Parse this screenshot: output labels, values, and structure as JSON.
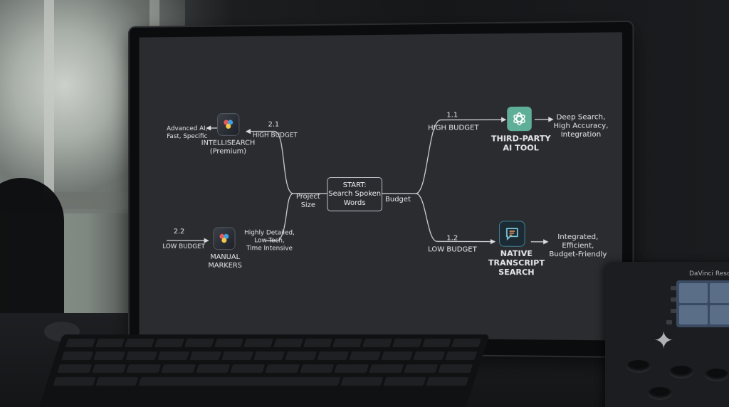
{
  "diagram": {
    "start": {
      "line1": "START:",
      "line2": "Search Spoken",
      "line3": "Words"
    },
    "decision_project_size": {
      "line1": "Project",
      "line2": "Size"
    },
    "decision_budget": "Budget",
    "branch_1_1": {
      "number": "1.1",
      "label": "HIGH BUDGET",
      "tool_line1": "THIRD-PARTY",
      "tool_line2": "AI TOOL",
      "benefit_line1": "Deep Search,",
      "benefit_line2": "High Accuracy,",
      "benefit_line3": "Integration"
    },
    "branch_1_2": {
      "number": "1.2",
      "label": "LOW BUDGET",
      "tool_line1": "NATIVE",
      "tool_line2": "TRANSCRIPT",
      "tool_line3": "SEARCH",
      "benefit_line1": "Integrated,",
      "benefit_line2": "Efficient,",
      "benefit_line3": "Budget-Friendly"
    },
    "branch_2_1": {
      "number": "2.1",
      "label": "HIGH BUDGET",
      "tool_line1": "INTELLISEARCH",
      "tool_line2": "(Premium)",
      "benefit_line1": "Advanced AI,",
      "benefit_line2": "Fast, Specific"
    },
    "branch_2_2": {
      "number": "2.2",
      "label": "LOW BUDGET",
      "tool_line1": "MANUAL",
      "tool_line2": "MARKERS",
      "benefit_line1": "Highly Detailed,",
      "benefit_line2": "Low-Tech,",
      "benefit_line3": "Time Intensive"
    }
  },
  "console": {
    "label": "DaVinci Resolv"
  },
  "icons": {
    "resolve": "davinci-resolve-icon",
    "third_party": "openai-icon",
    "transcript": "transcript-icon"
  },
  "colors": {
    "screen_bg": "#2a2c30",
    "text": "#e6e7ea",
    "gpt_green": "#5fae97",
    "transcript_teal": "#3f7f8f"
  }
}
